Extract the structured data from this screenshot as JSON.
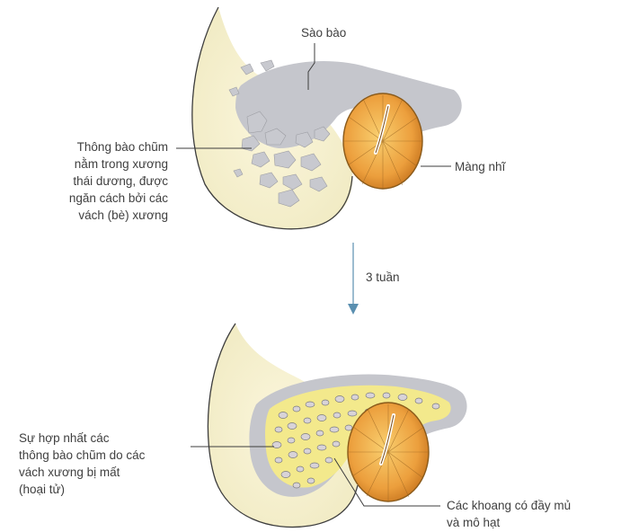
{
  "labels": {
    "top_antrum": "Sào bào",
    "top_eardrum": "Màng nhĩ",
    "top_cells": [
      "Thông bào chũm",
      "nằm trong xương",
      "thái dương, được",
      "ngăn cách bởi các",
      "vách (bè) xương"
    ],
    "arrow_time": "3 tuần",
    "bottom_fusion": [
      "Sự hợp nhất các",
      "thông bào chũm do các",
      "vách xương bị mất",
      "(hoại tử)"
    ],
    "bottom_cavities": [
      "Các khoang có đầy mủ",
      "và mô hạt"
    ]
  },
  "colors": {
    "bone": "#f7f2d4",
    "antrum_gray": "#c5c6cc",
    "eardrum_orange": "#f0a646",
    "eardrum_stroke": "#8a5a1a",
    "pus_yellow": "#f3e98c",
    "arrow_blue": "#5a8fb0"
  }
}
